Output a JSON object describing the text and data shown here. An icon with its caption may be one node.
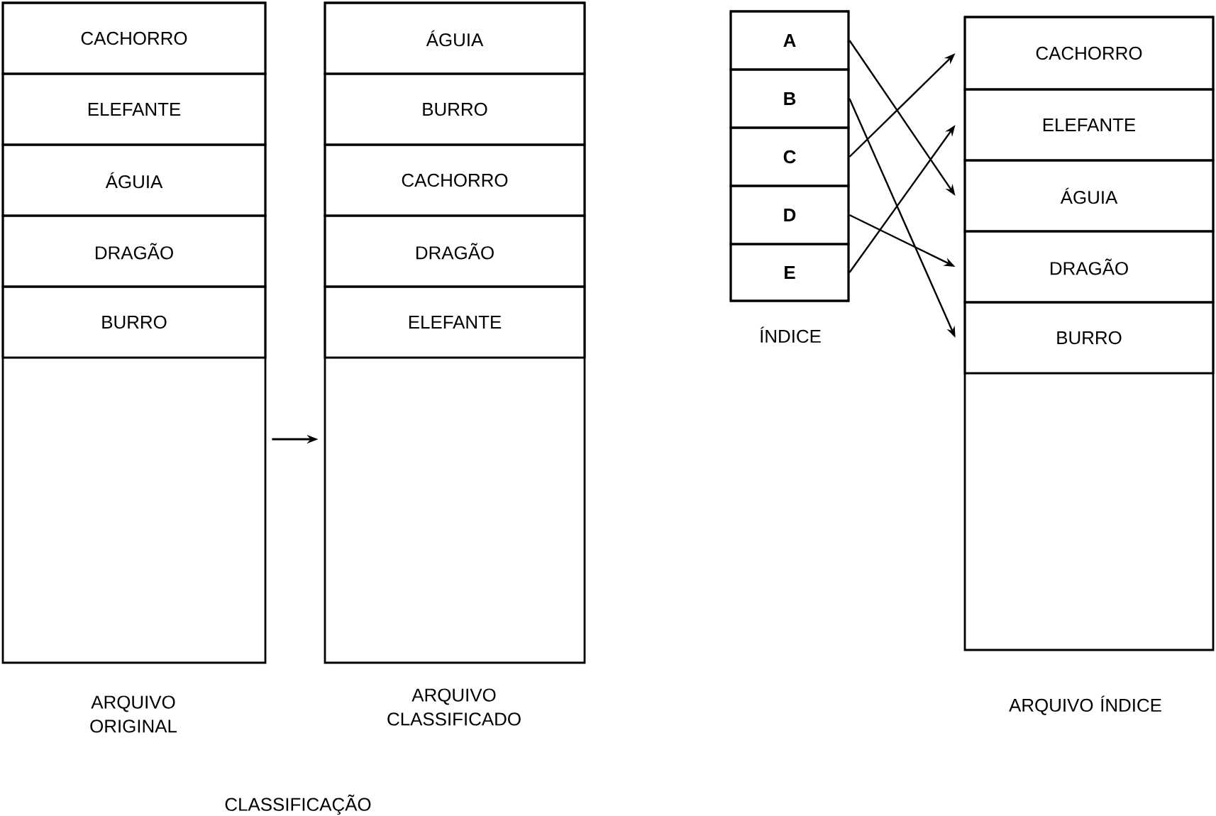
{
  "diagram": {
    "nodes": [
      {
        "text": [
          "ARQUIVO ORIGINAL"
        ]
      },
      {
        "text": [
          "CACHORRO"
        ],
        "in": 0
      },
      {
        "text": [
          "ELEFANTE"
        ],
        "in": 0
      },
      {
        "text": [
          "ÁGUIA"
        ],
        "in": 0
      },
      {
        "text": [
          "DRAGÃO"
        ],
        "in": 0
      },
      {
        "text": [
          "BURRO"
        ],
        "in": 0
      },
      {
        "text": [
          "ARQUIVO CLASSIFICADO"
        ]
      },
      {
        "text": [
          "ÁGUIA"
        ],
        "in": 6
      },
      {
        "text": [
          "BURRO"
        ],
        "in": 6
      },
      {
        "text": [
          "CACHORRO"
        ],
        "in": 6
      },
      {
        "text": [
          "DRAGÃO"
        ],
        "in": 6
      },
      {
        "text": [
          "ELEFANTE"
        ],
        "in": 6
      },
      {
        "text": [
          "ÍNDICE"
        ]
      },
      {
        "text": [
          "A"
        ],
        "in": 12
      },
      {
        "text": [
          "B"
        ],
        "in": 12
      },
      {
        "text": [
          "C"
        ],
        "in": 12
      },
      {
        "text": [
          "D"
        ],
        "in": 12
      },
      {
        "text": [
          "E"
        ],
        "in": 12
      },
      {
        "text": [
          "ARQUIVO ÍNDICE"
        ]
      },
      {
        "text": [
          "CACHORRO"
        ],
        "in": 18
      },
      {
        "text": [
          "ELEFANTE"
        ],
        "in": 18
      },
      {
        "text": [
          "ÁGUIA"
        ],
        "in": 18
      },
      {
        "text": [
          "DRAGÃO"
        ],
        "in": 18
      },
      {
        "text": [
          "BURRO"
        ],
        "in": 18
      }
    ],
    "edges": [
      {
        "from": 0,
        "to": 6,
        "arrow": "to"
      },
      {
        "from": 13,
        "to": 21,
        "arrow": "to"
      },
      {
        "from": 14,
        "to": 23,
        "arrow": "to"
      },
      {
        "from": 15,
        "to": 19,
        "arrow": "to"
      },
      {
        "from": 16,
        "to": 22,
        "arrow": "to"
      },
      {
        "from": 17,
        "to": 20,
        "arrow": "to"
      }
    ],
    "labels": [
      "CLASSIFICAÇÃO"
    ]
  }
}
